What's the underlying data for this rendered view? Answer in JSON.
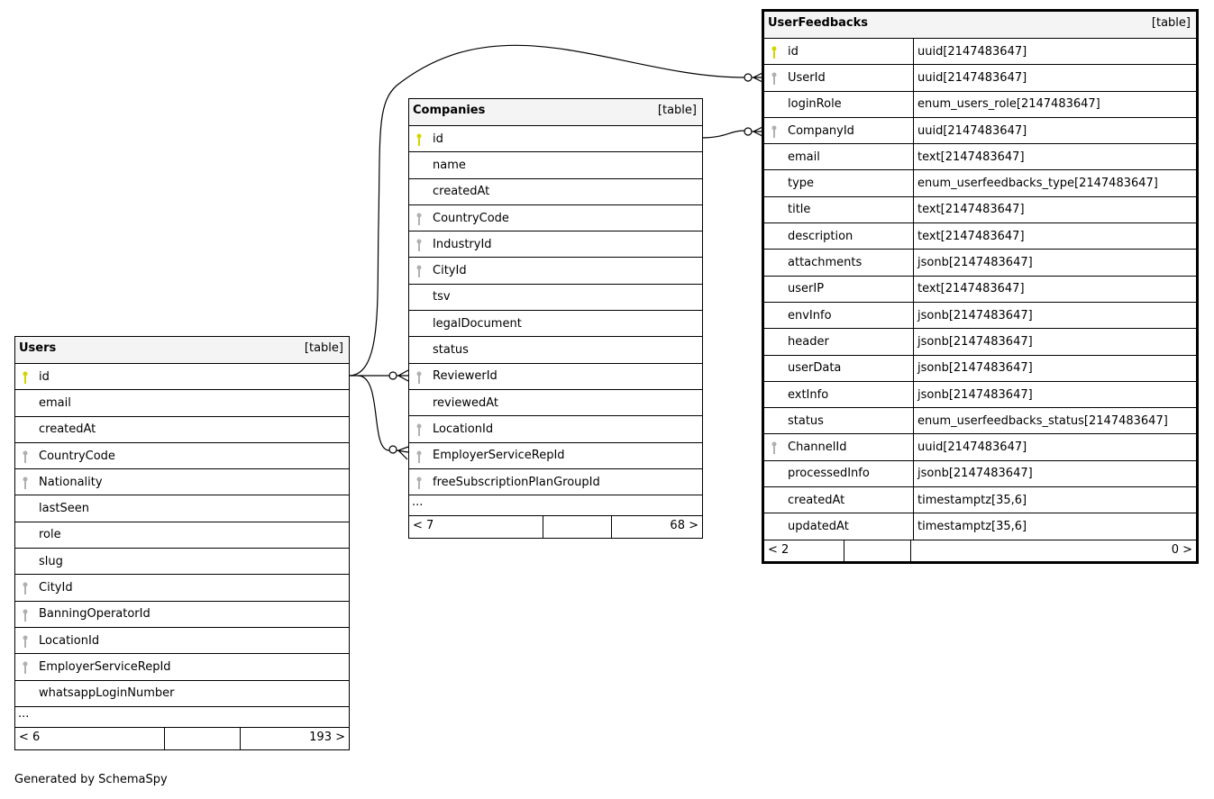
{
  "tables": [
    {
      "id": "users",
      "name": "Users",
      "kind": "[table]",
      "columns": [
        {
          "name": "id",
          "key": "pk"
        },
        {
          "name": "email",
          "key": ""
        },
        {
          "name": "createdAt",
          "key": ""
        },
        {
          "name": "CountryCode",
          "key": "fk"
        },
        {
          "name": "Nationality",
          "key": "fk"
        },
        {
          "name": "lastSeen",
          "key": ""
        },
        {
          "name": "role",
          "key": ""
        },
        {
          "name": "slug",
          "key": ""
        },
        {
          "name": "CityId",
          "key": "fk"
        },
        {
          "name": "BanningOperatorId",
          "key": "fk"
        },
        {
          "name": "LocationId",
          "key": "fk"
        },
        {
          "name": "EmployerServiceRepId",
          "key": "fk"
        },
        {
          "name": "whatsappLoginNumber",
          "key": ""
        }
      ],
      "more": "...",
      "footer": {
        "parents": "< 6",
        "middle": "",
        "children": "193 >"
      }
    },
    {
      "id": "companies",
      "name": "Companies",
      "kind": "[table]",
      "columns": [
        {
          "name": "id",
          "key": "pk"
        },
        {
          "name": "name",
          "key": ""
        },
        {
          "name": "createdAt",
          "key": ""
        },
        {
          "name": "CountryCode",
          "key": "fk"
        },
        {
          "name": "IndustryId",
          "key": "fk"
        },
        {
          "name": "CityId",
          "key": "fk"
        },
        {
          "name": "tsv",
          "key": ""
        },
        {
          "name": "legalDocument",
          "key": ""
        },
        {
          "name": "status",
          "key": ""
        },
        {
          "name": "ReviewerId",
          "key": "fk"
        },
        {
          "name": "reviewedAt",
          "key": ""
        },
        {
          "name": "LocationId",
          "key": "fk"
        },
        {
          "name": "EmployerServiceRepId",
          "key": "fk"
        },
        {
          "name": "freeSubscriptionPlanGroupId",
          "key": "fk"
        }
      ],
      "more": "...",
      "footer": {
        "parents": "< 7",
        "middle": "",
        "children": "68 >"
      }
    },
    {
      "id": "userfeedbacks",
      "name": "UserFeedbacks",
      "kind": "[table]",
      "columns": [
        {
          "name": "id",
          "key": "pk",
          "type": "uuid[2147483647]"
        },
        {
          "name": "UserId",
          "key": "fk",
          "type": "uuid[2147483647]"
        },
        {
          "name": "loginRole",
          "key": "",
          "type": "enum_users_role[2147483647]"
        },
        {
          "name": "CompanyId",
          "key": "fk",
          "type": "uuid[2147483647]"
        },
        {
          "name": "email",
          "key": "",
          "type": "text[2147483647]"
        },
        {
          "name": "type",
          "key": "",
          "type": "enum_userfeedbacks_type[2147483647]"
        },
        {
          "name": "title",
          "key": "",
          "type": "text[2147483647]"
        },
        {
          "name": "description",
          "key": "",
          "type": "text[2147483647]"
        },
        {
          "name": "attachments",
          "key": "",
          "type": "jsonb[2147483647]"
        },
        {
          "name": "userIP",
          "key": "",
          "type": "text[2147483647]"
        },
        {
          "name": "envInfo",
          "key": "",
          "type": "jsonb[2147483647]"
        },
        {
          "name": "header",
          "key": "",
          "type": "jsonb[2147483647]"
        },
        {
          "name": "userData",
          "key": "",
          "type": "jsonb[2147483647]"
        },
        {
          "name": "extInfo",
          "key": "",
          "type": "jsonb[2147483647]"
        },
        {
          "name": "status",
          "key": "",
          "type": "enum_userfeedbacks_status[2147483647]"
        },
        {
          "name": "ChannelId",
          "key": "fk",
          "type": "uuid[2147483647]"
        },
        {
          "name": "processedInfo",
          "key": "",
          "type": "jsonb[2147483647]"
        },
        {
          "name": "createdAt",
          "key": "",
          "type": "timestamptz[35,6]"
        },
        {
          "name": "updatedAt",
          "key": "",
          "type": "timestamptz[35,6]"
        }
      ],
      "footer": {
        "parents": "< 2",
        "middle": "",
        "children": "0 >"
      }
    }
  ],
  "colors": {
    "pk": "#d4d400",
    "fk": "#b0b0b0",
    "header_bg": "#f4f4f4"
  },
  "generated_by": "Generated by SchemaSpy"
}
